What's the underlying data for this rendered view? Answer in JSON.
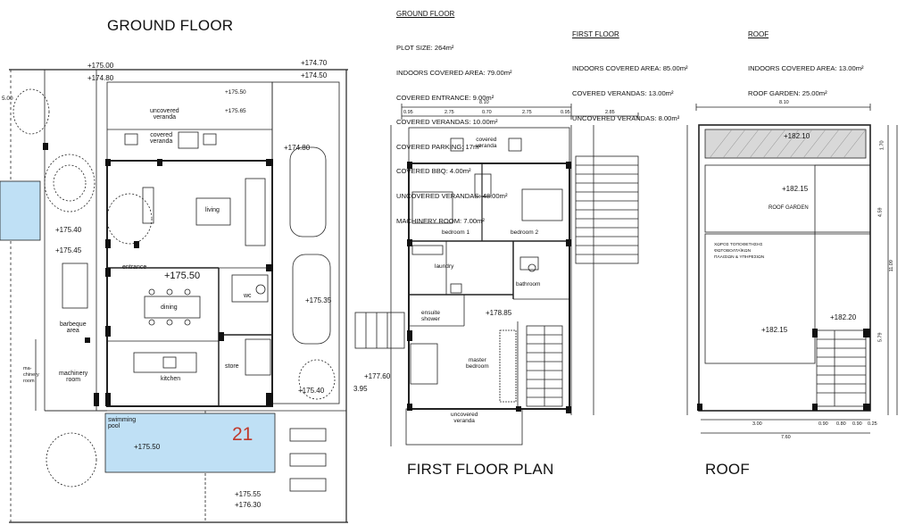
{
  "titles": {
    "ground_floor": "GROUND FLOOR",
    "first_floor_plan": "FIRST FLOOR PLAN",
    "roof": "ROOF"
  },
  "specs": {
    "ground": {
      "heading": "GROUND FLOOR",
      "lines": [
        "PLOT SIZE: 264m²",
        "INDOORS COVERED AREA: 79.00m²",
        "COVERED ENTRANCE: 9.00m²",
        "COVERED VERANDAS: 10.00m²",
        "COVERED PARKING: 17m²",
        "COVERED BBQ: 4.00m²",
        "UNCOVERED VERANDAS: 48.00m²",
        "MACHINERY ROOM: 7.00m²"
      ]
    },
    "first": {
      "heading": "FIRST FLOOR",
      "lines": [
        "INDOORS COVERED AREA: 85.00m²",
        "COVERED VERANDAS: 13.00m²",
        "UNCOVERED VERANDAS: 8.00m²"
      ]
    },
    "roof": {
      "heading": "ROOF",
      "lines": [
        "INDOORS COVERED AREA: 13.00m²",
        "ROOF GARDEN: 25.00m²"
      ]
    }
  },
  "ground_rooms": {
    "uncovered_veranda": "uncovered\nveranda",
    "covered_veranda": "covered\nveranda",
    "living": "living",
    "entrance": "entrance",
    "dining": "dining",
    "wc": "wc",
    "kitchen": "kitchen",
    "store": "store",
    "barbeque_area": "barbeque\narea",
    "machinery_room": "machinery\nroom",
    "machinery_room_2": "ma-\nchinery\nroom",
    "swimming_pool": "swimming\npool",
    "plot_number": "21"
  },
  "ground_levels": [
    "+175.00",
    "+174.80",
    "+174.70",
    "+174.50",
    "+175.50",
    "+175.65",
    "+174.80",
    "+175.40",
    "+175.45",
    "+175.50",
    "+175.35",
    "+175.40",
    "+175.50",
    "+175.55",
    "+176.30",
    "5.00"
  ],
  "first_rooms": {
    "covered_veranda": "covered\nveranda",
    "bedroom1": "bedroom 1",
    "bedroom2": "bedroom 2",
    "laundry": "laundry",
    "bathroom": "bathroom",
    "ensuite": "ensuite\nshower",
    "master": "master\nbedroom",
    "uncovered_veranda": "uncovered\nveranda"
  },
  "first_levels": [
    "+178.85",
    "+177.60",
    "3.95"
  ],
  "roof_labels": {
    "roof_garden": "ROOF GARDEN",
    "greek_note": "ΧΩΡΟΣ ΤΟΠΟΘΕΤΗΣΗΣ\nΦΩΤΟΒΟΛΤΑΪΚΩΝ\nΠΛΑΙΣΙΩΝ & ΥΠΗΡΕΣΙΩΝ",
    "levels": [
      "+182.10",
      "+182.15",
      "+182.20",
      "+182.15"
    ]
  },
  "dims": {
    "first_top_total": "8.10",
    "first_top": [
      "0.95",
      "2.75",
      "0.70",
      "2.75",
      "0.95",
      "2.85"
    ],
    "roof_top_total": "8.10",
    "roof_bottom": [
      "3.00",
      "0.90",
      "0.80",
      "0.90",
      "0.25"
    ],
    "roof_bottom_total": "7.60",
    "roof_right": [
      "1.70",
      "4.59",
      "5.79",
      "11.09"
    ]
  }
}
